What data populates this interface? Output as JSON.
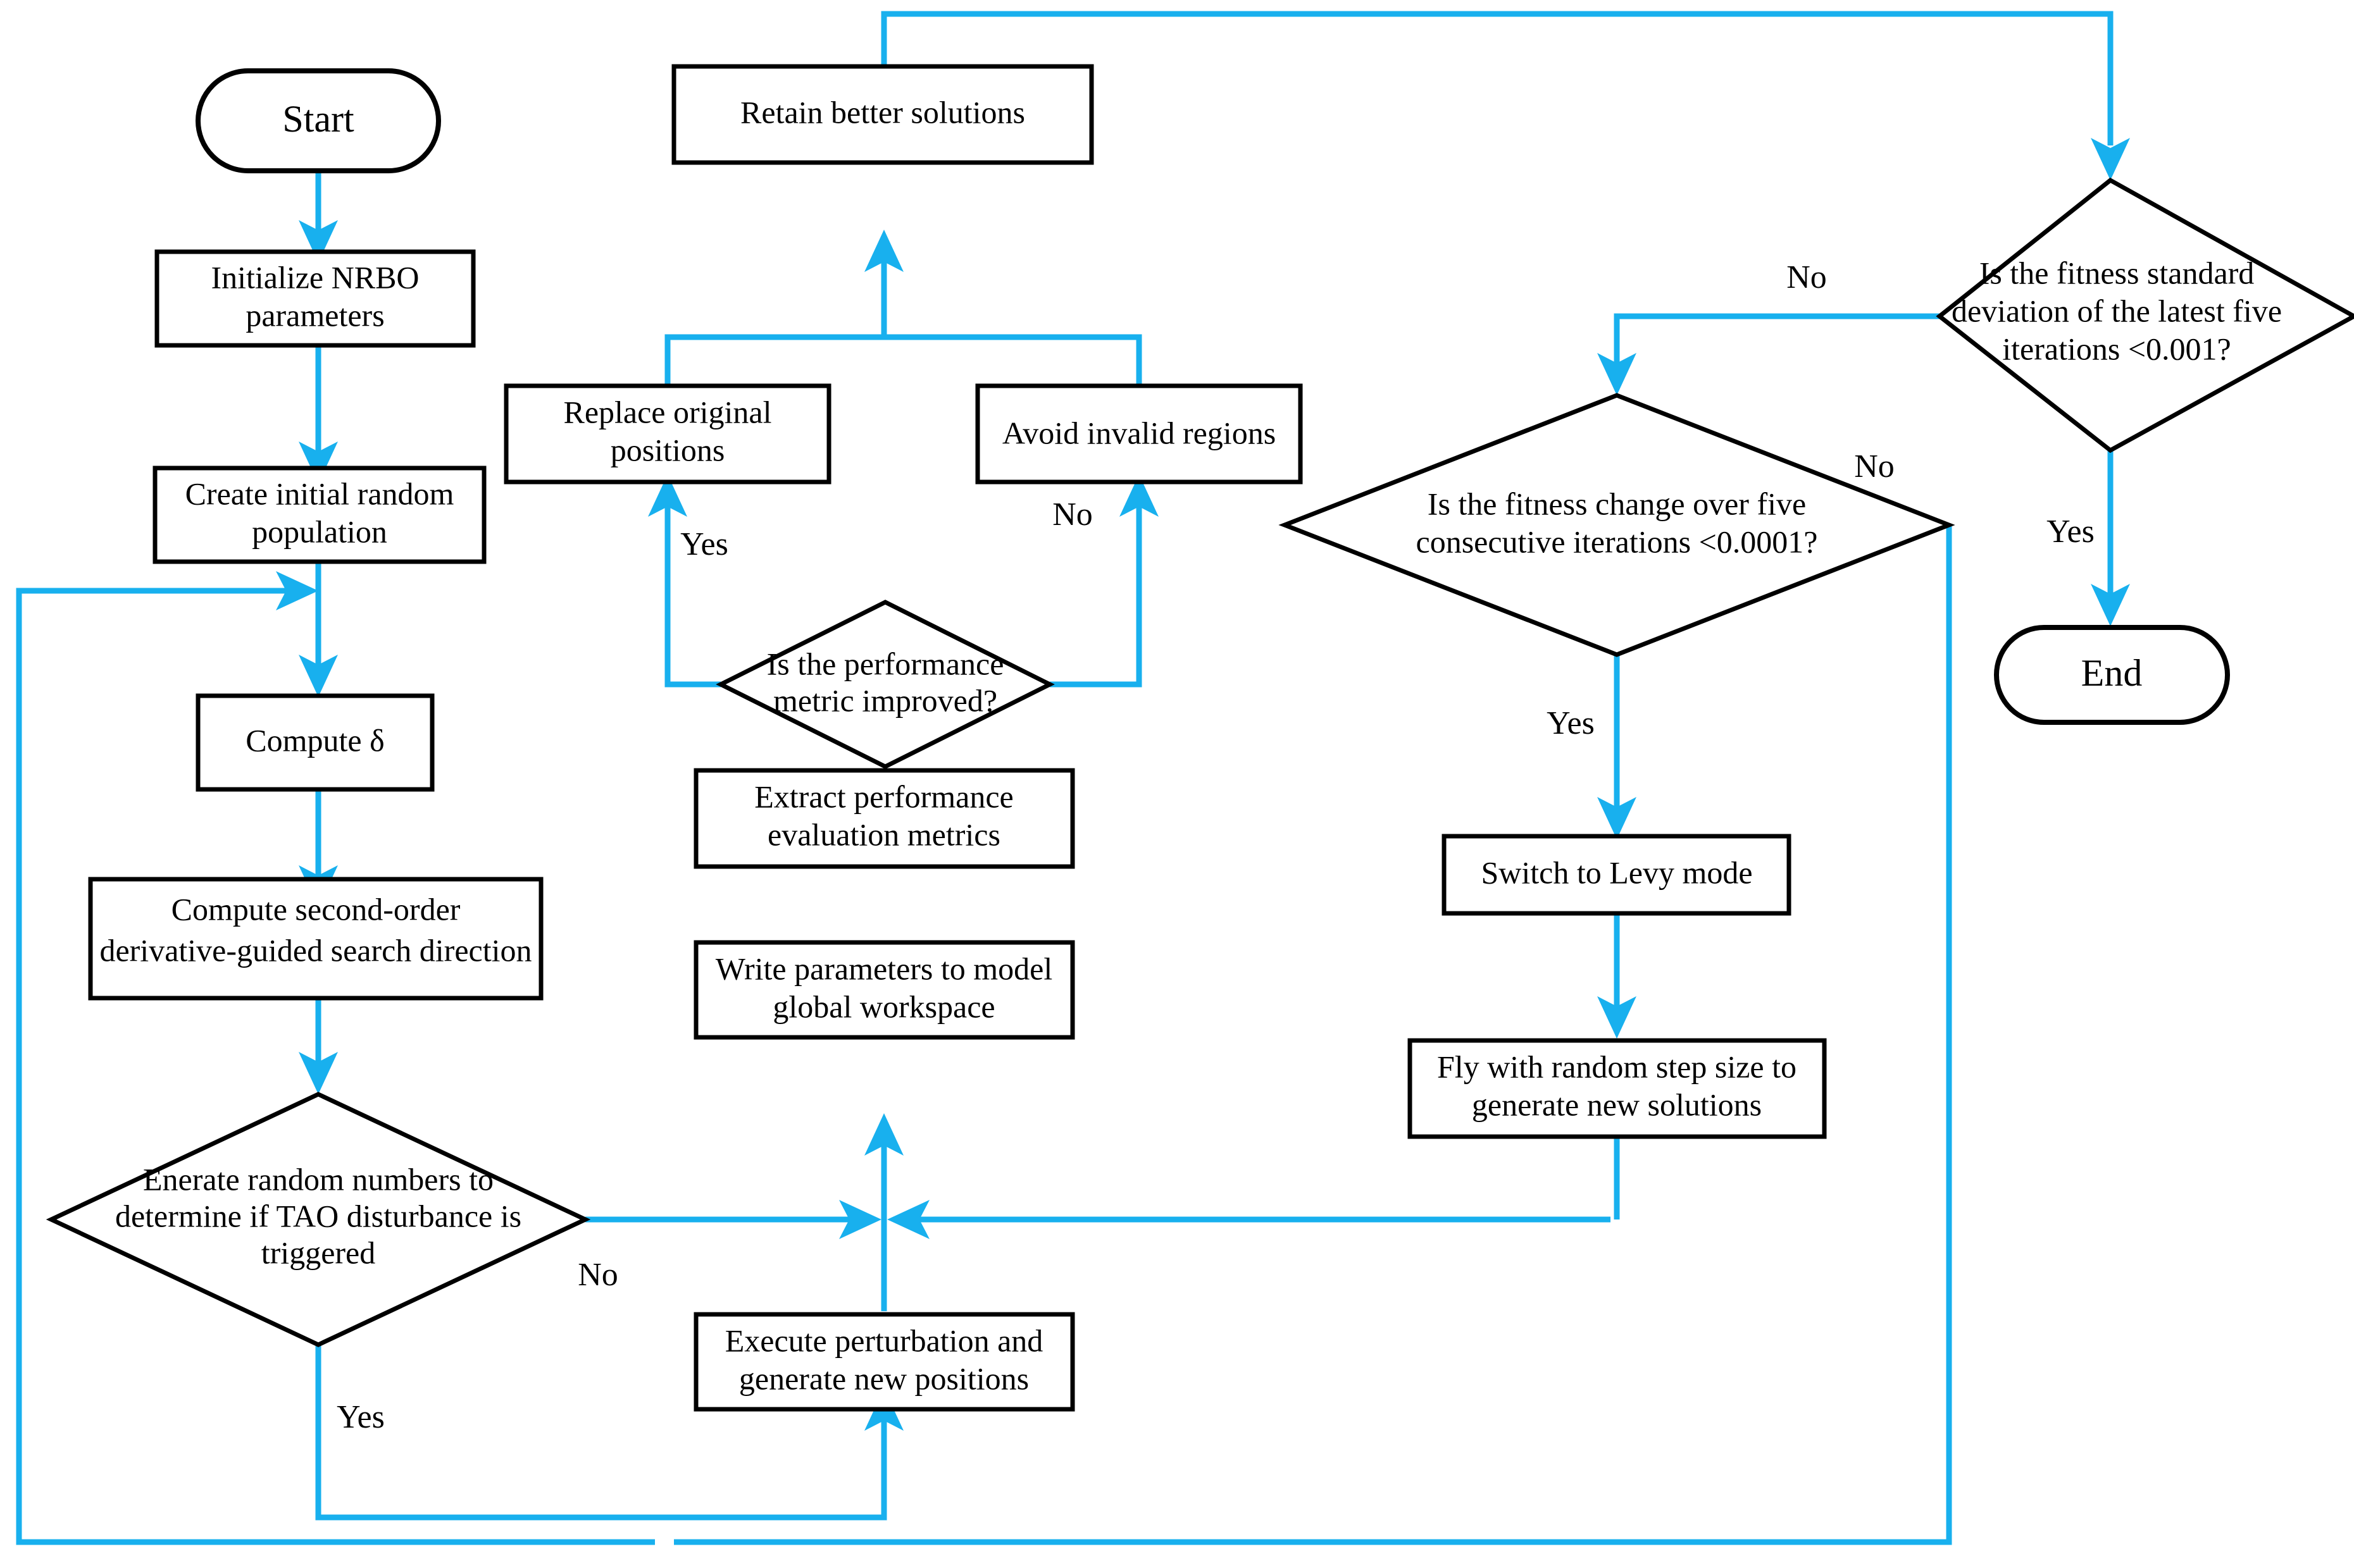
{
  "diagram": {
    "title": "NRBO with TAO disturbance and Levy flight optimization flowchart",
    "colors": {
      "edge": "#18b0ee",
      "node_border": "#000000",
      "node_fill": "#ffffff",
      "text": "#000000",
      "background": "#ffffff"
    },
    "nodes": {
      "start": {
        "label": "Start",
        "shape": "terminator"
      },
      "init_params": {
        "line1": "Initialize NRBO",
        "line2": "parameters",
        "shape": "process"
      },
      "create_population": {
        "line1": "Create initial random",
        "line2": "population",
        "shape": "process"
      },
      "compute_delta": {
        "line1": "Compute δ",
        "shape": "process"
      },
      "compute_second_order": {
        "line1": "Compute second-order",
        "line2": "derivative-guided search direction",
        "shape": "process"
      },
      "tao_decision": {
        "line1": "Enerate random numbers to",
        "line2": "determine if TAO disturbance is",
        "line3": "triggered",
        "shape": "decision"
      },
      "execute_perturbation": {
        "line1": "Execute perturbation and",
        "line2": "generate new positions",
        "shape": "process"
      },
      "write_parameters": {
        "line1": "Write parameters to model",
        "line2": "global workspace",
        "shape": "process"
      },
      "extract_metrics": {
        "line1": "Extract performance",
        "line2": "evaluation metrics",
        "shape": "process"
      },
      "performance_decision": {
        "line1": "Is the performance",
        "line2": "metric improved?",
        "shape": "decision"
      },
      "replace_positions": {
        "line1": "Replace original",
        "line2": "positions",
        "shape": "process"
      },
      "avoid_invalid": {
        "line1": "Avoid invalid regions",
        "shape": "process"
      },
      "retain_better": {
        "line1": "Retain better solutions",
        "shape": "process"
      },
      "fitness_change_decision": {
        "line1": "Is the fitness change over five",
        "line2": "consecutive iterations <0.0001?",
        "shape": "decision"
      },
      "switch_levy": {
        "line1": "Switch to Levy mode",
        "shape": "process"
      },
      "fly_random": {
        "line1": "Fly with random step size to",
        "line2": "generate new solutions",
        "shape": "process"
      },
      "fitness_std_decision": {
        "line1": "Is the fitness standard",
        "line2": "deviation of the latest five",
        "line3": "iterations <0.001?",
        "shape": "decision"
      },
      "end": {
        "label": "End",
        "shape": "terminator"
      }
    },
    "edge_labels": {
      "tao_no": "No",
      "tao_yes": "Yes",
      "performance_yes": "Yes",
      "performance_no": "No",
      "fitness_change_no": "No",
      "fitness_change_yes": "Yes",
      "fitness_std_no": "No",
      "fitness_std_yes": "Yes"
    }
  }
}
